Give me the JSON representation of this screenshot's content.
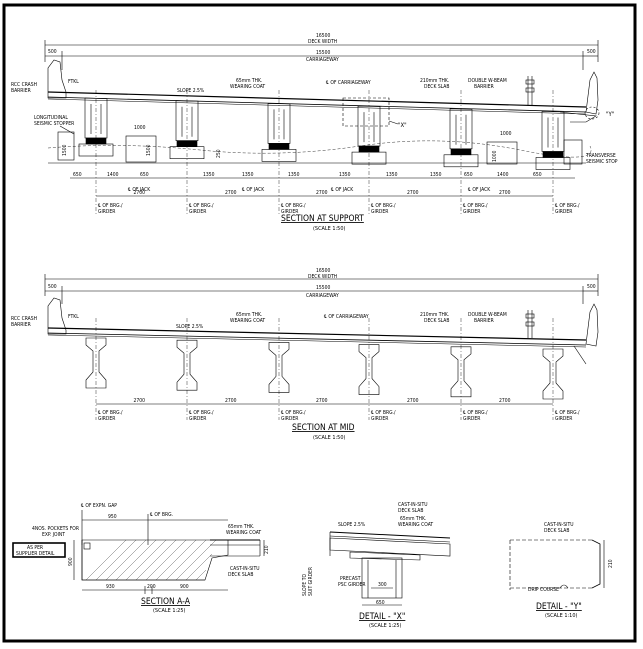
{
  "support": {
    "dim_total": "16500",
    "deck_width": "DECK WIDTH",
    "dim_inner": "15500",
    "carriageway": "CARRIAGEWAY",
    "dim_left": "500",
    "dim_right": "500",
    "crash_barrier": [
      "RCC CRASH",
      "BARRIER"
    ],
    "ftkl": "FTKL",
    "slope": "SLOPE 2.5%",
    "wearing_coat": [
      "65mm THK.",
      "WEARING COAT"
    ],
    "cl_carriageway": "℄ OF CARRIAGEWAY",
    "deck_slab": [
      "210mm THK.",
      "DECK SLAB"
    ],
    "wbeam": [
      "DOUBLE W-BEAM",
      "BARRIER"
    ],
    "longitudinal_stopper": [
      "LONGITUDINAL",
      "SEISMIC STOPPER"
    ],
    "transverse_stopper": [
      "TRANSVERSE",
      "SEISMIC STOP"
    ],
    "mark_x": "\"X\"",
    "mark_y": "\"Y\"",
    "dim_1000_a": "1000",
    "dim_1000_b": "1000",
    "dim_1500_a": "1500",
    "dim_1500_b": "1500",
    "dim_1000_c": "1000",
    "dim_250": "250",
    "jack_dims": [
      "650",
      "1400",
      "650",
      "1350",
      "1350",
      "1350",
      "1350",
      "1350",
      "1350",
      "650",
      "1400",
      "650"
    ],
    "jack_label": "℄ OF JACK",
    "girder_dims": [
      "2700",
      "2700",
      "2700",
      "2700",
      "2700"
    ],
    "girder_label": [
      "℄ OF BRG./",
      "GIRDER"
    ],
    "title": "SECTION AT SUPPORT",
    "scale": "(SCALE 1:50)"
  },
  "mid": {
    "dim_total": "16500",
    "deck_width": "DECK WIDTH",
    "dim_inner": "15500",
    "carriageway": "CARRIAGEWAY",
    "dim_left": "500",
    "dim_right": "500",
    "crash_barrier": [
      "RCC CRASH",
      "BARRIER"
    ],
    "ftkl": "FTKL",
    "slope": "SLOPE 2.5%",
    "wearing_coat": [
      "65mm THK.",
      "WEARING COAT"
    ],
    "cl_carriageway": "℄ OF CARRIAGEWAY",
    "deck_slab": [
      "210mm THK.",
      "DECK SLAB"
    ],
    "wbeam": [
      "DOUBLE W-BEAM",
      "BARRIER"
    ],
    "girder_dims": [
      "2700",
      "2700",
      "2700",
      "2700",
      "2700"
    ],
    "girder_label": [
      "℄ OF BRG./",
      "GIRDER"
    ],
    "title": "SECTION AT MID",
    "scale": "(SCALE 1:50)"
  },
  "section_aa": {
    "expn_gap": "℄ OF EXPN. GAP",
    "brg": "℄ OF BRG.",
    "dim_950": "950",
    "pockets": [
      "4NOS. POCKETS FOR",
      "EXP. JOINT"
    ],
    "wearing_coat": [
      "65mm THK.",
      "WEARING COAT"
    ],
    "box": [
      "AS PER",
      "SUPPLIER DETAIL"
    ],
    "dim_900_v": "900",
    "dim_210": "210",
    "deck_slab": [
      "CAST-IN-SITU",
      "DECK SLAB"
    ],
    "dim_930": "930",
    "dim_200": "200",
    "dim_900": "900",
    "title": "SECTION A-A",
    "scale": "(SCALE 1:25)"
  },
  "detail_x": {
    "deck_slab": [
      "CAST-IN-SITU",
      "DECK SLAB"
    ],
    "wearing_coat": [
      "65mm THK.",
      "WEARING COAT"
    ],
    "slope": "SLOPE 2.5%",
    "slope_side": [
      "SLOPE TO",
      "SUIT GIRDER"
    ],
    "precast": [
      "PRECAST",
      "PSC GIRDER"
    ],
    "dim_300": "300",
    "dim_650": "650",
    "title": "DETAIL - \"X\"",
    "scale": "(SCALE 1:25)"
  },
  "detail_y": {
    "deck_slab": [
      "CAST-IN-SITU",
      "DECK SLAB"
    ],
    "dim_210": "210",
    "drip": "DRIP COURSE",
    "title": "DETAIL - \"Y\"",
    "scale": "(SCALE 1:10)"
  }
}
